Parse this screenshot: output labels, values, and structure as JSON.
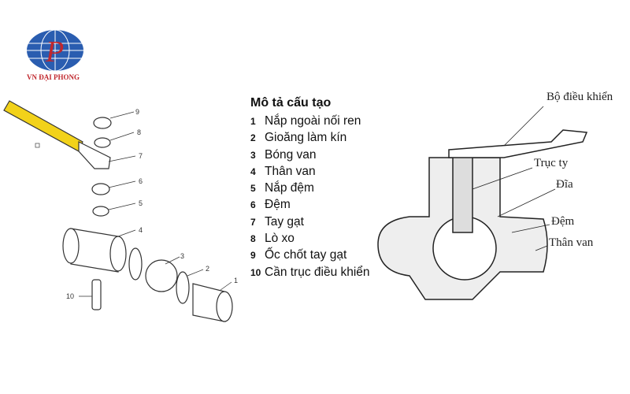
{
  "brand": {
    "name": "VN ĐẠI PHONG",
    "logo_letter": "P"
  },
  "legend": {
    "title": "Mô tả cấu tạo",
    "items": [
      {
        "num": "1",
        "label": "Nắp ngoài nối ren"
      },
      {
        "num": "2",
        "label": "Gioăng làm kín"
      },
      {
        "num": "3",
        "label": "Bóng van"
      },
      {
        "num": "4",
        "label": "Thân van"
      },
      {
        "num": "5",
        "label": "Nắp đệm"
      },
      {
        "num": "6",
        "label": "Đệm"
      },
      {
        "num": "7",
        "label": "Tay gạt"
      },
      {
        "num": "8",
        "label": "Lò xo"
      },
      {
        "num": "9",
        "label": "Ốc chốt tay gạt"
      },
      {
        "num": "10",
        "label": "Cần trục điều khiển"
      }
    ]
  },
  "exploded_numbers": [
    "9",
    "8",
    "7",
    "6",
    "5",
    "4",
    "3",
    "2",
    "1",
    "10"
  ],
  "section_labels": {
    "controller": "Bộ điều khiển",
    "stem": "Trục ty",
    "disc": "Đĩa",
    "seal": "Đệm",
    "body": "Thân van"
  },
  "colors": {
    "handle": "#f2d21a",
    "logo_blue": "#2a5db0",
    "logo_red": "#c0272d"
  }
}
